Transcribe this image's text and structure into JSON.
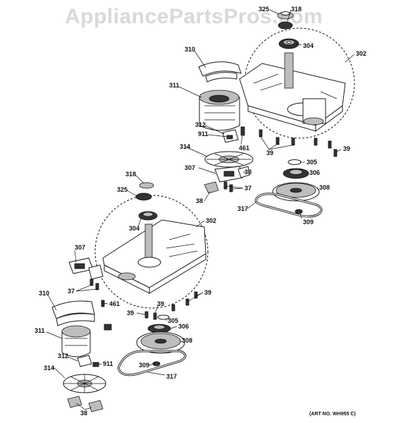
{
  "watermark": "AppliancePartsPros.com",
  "art_number": "(ART NO. WH955 C)",
  "callouts": {
    "c325a": "325",
    "c318a": "318",
    "c304a": "304",
    "c302a": "302",
    "c310a": "310",
    "c311a": "311",
    "c312a": "312",
    "c911a": "911",
    "c461a": "461",
    "c39a": "39",
    "c39b": "39",
    "c314a": "314",
    "c305a": "305",
    "c307a": "307",
    "c38a": "38",
    "c306a": "306",
    "c37a": "37",
    "c308a": "308",
    "c38b": "38",
    "c317a": "317",
    "c309a": "309",
    "c318b": "318",
    "c325b": "325",
    "c302b": "302",
    "c304b": "304",
    "c307b": "307",
    "c37b": "37",
    "c39c": "39",
    "c310b": "310",
    "c461b": "461",
    "c39d": "39",
    "c39e": "39",
    "c305b": "305",
    "c306b": "306",
    "c311b": "311",
    "c308b": "308",
    "c312b": "312",
    "c911b": "911",
    "c309b": "309",
    "c314b": "314",
    "c317b": "317",
    "c38c": "38"
  }
}
